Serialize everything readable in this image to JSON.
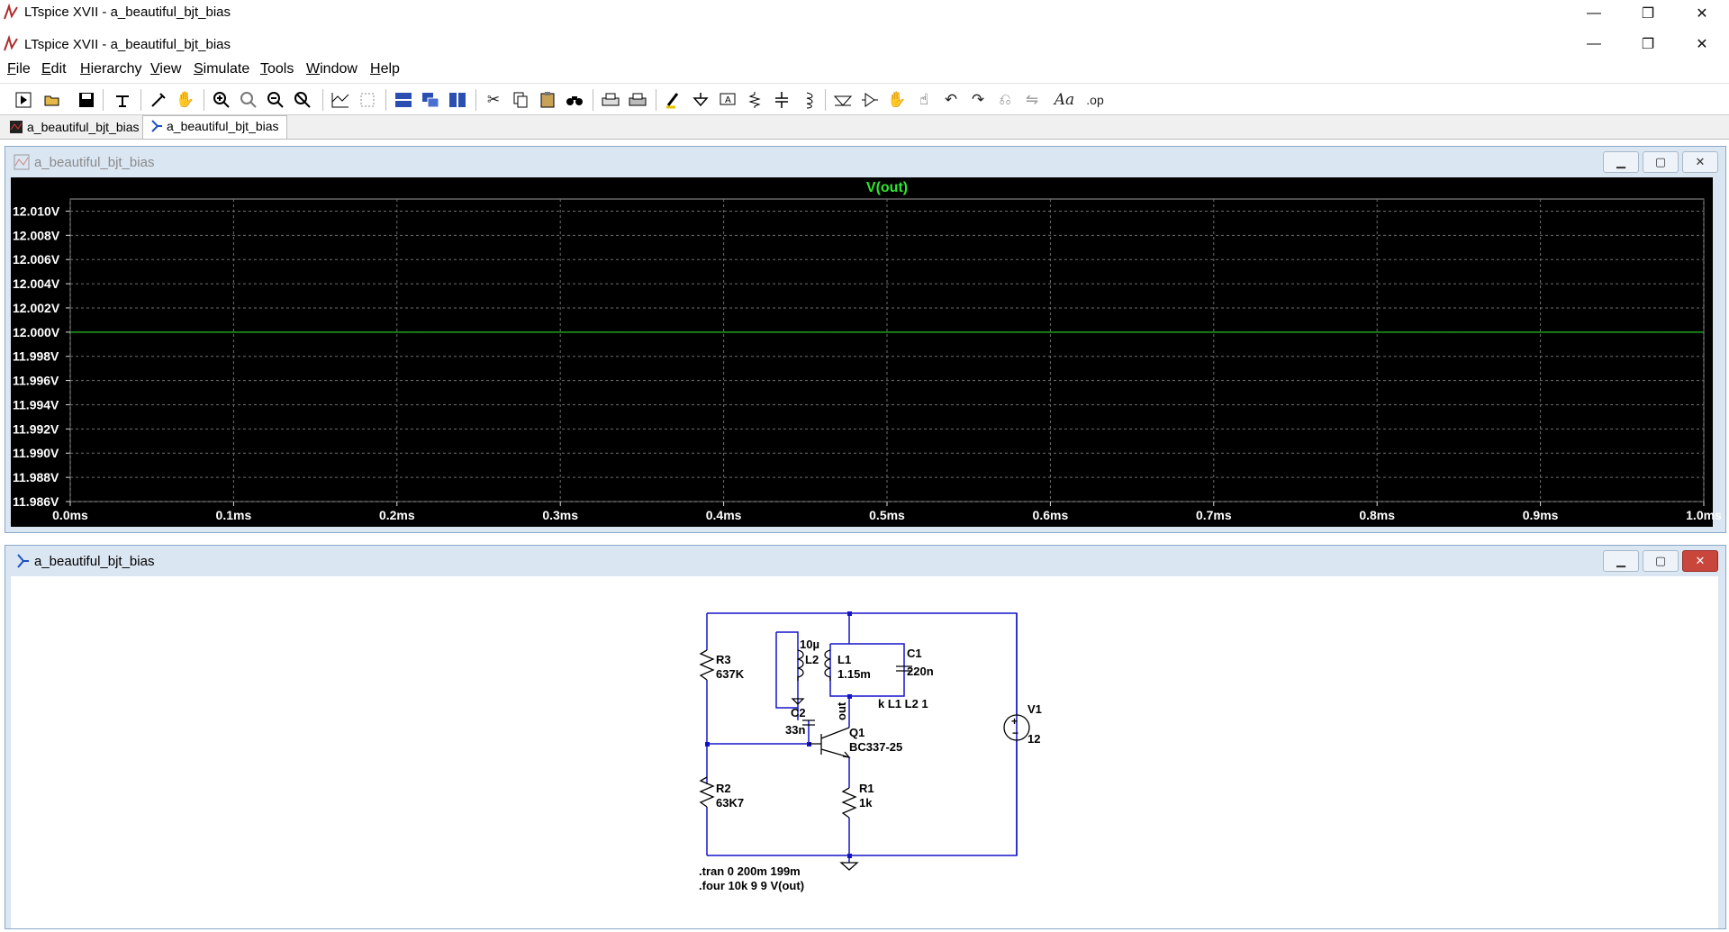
{
  "outer_window": {
    "title": "LTspice XVII - a_beautiful_bjt_bias"
  },
  "inner_window": {
    "title": "LTspice XVII - a_beautiful_bjt_bias"
  },
  "window_controls": {
    "minimize": "—",
    "restore": "❐",
    "close": "✕"
  },
  "menu": [
    {
      "label": "File",
      "key": "F",
      "rest": "ile"
    },
    {
      "label": "Edit",
      "key": "E",
      "rest": "dit"
    },
    {
      "label": "Hierarchy",
      "key": "H",
      "rest": "ierarchy"
    },
    {
      "label": "View",
      "key": "V",
      "rest": "iew"
    },
    {
      "label": "Simulate",
      "key": "S",
      "rest": "imulate"
    },
    {
      "label": "Tools",
      "key": "T",
      "rest": "ools"
    },
    {
      "label": "Window",
      "key": "W",
      "rest": "indow"
    },
    {
      "label": "Help",
      "key": "H",
      "rest": "elp"
    }
  ],
  "toolbar_icons": [
    "run-icon",
    "open-icon",
    "save-icon",
    "control-panel-icon",
    "probe-icon",
    "pan-hand-icon",
    "zoom-in-icon",
    "zoom-box-icon",
    "zoom-out-icon",
    "zoom-fit-icon",
    "autorange-icon",
    "zoom-extents-icon",
    "tile-horizontal-icon",
    "cascade-icon",
    "tile-vertical-icon",
    "cut-icon",
    "copy-icon",
    "paste-icon",
    "find-icon",
    "print-icon",
    "print-setup-icon",
    "wire-icon",
    "ground-icon",
    "label-net-icon",
    "resistor-icon",
    "capacitor-icon",
    "inductor-icon",
    "diode-icon",
    "component-icon",
    "move-icon",
    "drag-icon",
    "undo-icon",
    "redo-icon",
    "rotate-icon",
    "mirror-icon",
    "text-icon",
    "spice-directive-icon"
  ],
  "tabs": [
    {
      "label": "a_beautiful_bjt_bias",
      "kind": "waveform",
      "active": false
    },
    {
      "label": "a_beautiful_bjt_bias",
      "kind": "schematic",
      "active": true
    }
  ],
  "waveform_window": {
    "title": "a_beautiful_bjt_bias",
    "colors": {
      "background": "#000000",
      "trace": "#1fa31f",
      "grid": "#6e6e6e",
      "text": "#ffffff"
    }
  },
  "schematic_window": {
    "title": "a_beautiful_bjt_bias",
    "wire_color": "#1515c8"
  },
  "chart_data": {
    "type": "line",
    "title": "V(out)",
    "xlabel": "",
    "ylabel": "",
    "x_ticks": [
      "0.0ms",
      "0.1ms",
      "0.2ms",
      "0.3ms",
      "0.4ms",
      "0.5ms",
      "0.6ms",
      "0.7ms",
      "0.8ms",
      "0.9ms",
      "1.0ms"
    ],
    "y_ticks": [
      "12.010V",
      "12.008V",
      "12.006V",
      "12.004V",
      "12.002V",
      "12.000V",
      "11.998V",
      "11.996V",
      "11.994V",
      "11.992V",
      "11.990V",
      "11.988V",
      "11.986V"
    ],
    "xlim": [
      0,
      1.0
    ],
    "ylim": [
      11.986,
      12.011
    ],
    "grid": true,
    "series": [
      {
        "name": "V(out)",
        "x": [
          0.0,
          1.0
        ],
        "y": [
          12.0,
          12.0
        ]
      }
    ]
  },
  "schematic": {
    "components": {
      "R3": {
        "name": "R3",
        "value": "637K"
      },
      "R2": {
        "name": "R2",
        "value": "63K7"
      },
      "R1": {
        "name": "R1",
        "value": "1k"
      },
      "L2": {
        "name": "L2",
        "value": "10µ"
      },
      "L1": {
        "name": "L1",
        "value": "1.15m"
      },
      "C1": {
        "name": "C1",
        "value": "220n"
      },
      "C2": {
        "name": "C2",
        "value": "33n"
      },
      "Q1": {
        "name": "Q1",
        "value": "BC337-25"
      },
      "V1": {
        "name": "V1",
        "value": "12"
      }
    },
    "coupling": "k L1 L2 1",
    "net_label": "out",
    "directives": [
      ".tran 0 200m 199m",
      ".four 10k 9 9 V(out)"
    ]
  }
}
